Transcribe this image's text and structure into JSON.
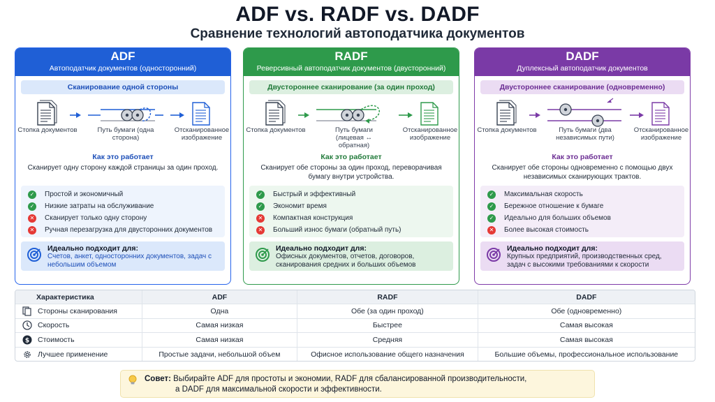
{
  "header": {
    "title": "ADF vs. RADF vs. DADF",
    "subtitle": "Сравнение технологий автоподатчика документов"
  },
  "cards": [
    {
      "name": "ADF",
      "desc": "Автоподатчик документов (односторонний)",
      "pill": "Сканирование одной стороны",
      "flow": {
        "stack": "Стопка документов",
        "path": "Путь бумаги (одна сторона)",
        "out": "Отсканированное изображение"
      },
      "how_title": "Как это работает",
      "how_text": "Сканирует одну сторону каждой страницы за один проход.",
      "items": [
        {
          "ok": true,
          "text": "Простой и экономичный"
        },
        {
          "ok": true,
          "text": "Низкие затраты на обслуживание"
        },
        {
          "ok": false,
          "text": "Сканирует только одну сторону"
        },
        {
          "ok": false,
          "text": "Ручная перезагрузка для двусторонних документов"
        }
      ],
      "ideal_title": "Идеально подходит для:",
      "ideal_text": "Счетов, анкет, односторонних документов, задач с небольшим объемом"
    },
    {
      "name": "RADF",
      "desc": "Реверсивный автоподатчик документов (двусторонний)",
      "pill": "Двустороннее сканирование (за один проход)",
      "flow": {
        "stack": "Стопка документов",
        "path": "Путь бумаги (лицевая ↔ обратная)",
        "out": "Отсканированное изображение"
      },
      "how_title": "Как это работает",
      "how_text": "Сканирует обе стороны за один проход, переворачивая бумагу внутри устройства.",
      "items": [
        {
          "ok": true,
          "text": "Быстрый и эффективный"
        },
        {
          "ok": true,
          "text": "Экономит время"
        },
        {
          "ok": false,
          "text": "Компактная конструкция"
        },
        {
          "ok": false,
          "text": "Больший износ бумаги (обратный путь)"
        }
      ],
      "ideal_title": "Идеально подходит для:",
      "ideal_text": "Офисных документов, отчетов, договоров, сканирования средних и больших объемов"
    },
    {
      "name": "DADF",
      "desc": "Дуплексный автоподатчик документов",
      "pill": "Двустороннее сканирование (одновременно)",
      "flow": {
        "stack": "Стопка документов",
        "path": "Путь бумаги (два независимых пути)",
        "out": "Отсканированное изображение"
      },
      "how_title": "Как это работает",
      "how_text": "Сканирует обе стороны одновременно с помощью двух независимых сканирующих трактов.",
      "items": [
        {
          "ok": true,
          "text": "Максимальная скорость"
        },
        {
          "ok": true,
          "text": "Бережное отношение к бумаге"
        },
        {
          "ok": true,
          "text": "Идеально для больших объемов"
        },
        {
          "ok": false,
          "text": "Более высокая стоимость"
        }
      ],
      "ideal_title": "Идеально подходит для:",
      "ideal_text": "Крупных предприятий, производственных сред, задач с высокими требованиями к скорости"
    }
  ],
  "table": {
    "headers": [
      "Характеристика",
      "ADF",
      "RADF",
      "DADF"
    ],
    "rows": [
      {
        "icon": "document-sides-icon",
        "cells": [
          "Стороны сканирования",
          "Одна",
          "Обе (за один проход)",
          "Обе (одновременно)"
        ]
      },
      {
        "icon": "clock-icon",
        "cells": [
          "Скорость",
          "Самая низкая",
          "Быстрее",
          "Самая высокая"
        ]
      },
      {
        "icon": "dollar-icon",
        "cells": [
          "Стоимость",
          "Самая низкая",
          "Средняя",
          "Самая высокая"
        ]
      },
      {
        "icon": "gear-icon",
        "cells": [
          "Лучшее применение",
          "Простые задачи, небольшой объем",
          "Офисное использование общего назначения",
          "Большие объемы, профессиональное использование"
        ]
      }
    ]
  },
  "tip": {
    "label": "Совет:",
    "line1": "Выбирайте ADF для простоты и экономии, RADF для сбалансированной производительности,",
    "line2": "а DADF для максимальной скорости и эффективности."
  },
  "colors": {
    "adf": "#1f5fd6",
    "radf": "#2e9a4b",
    "dadf": "#7a3aa6",
    "ok": "#2e9a4b",
    "bad": "#e53935"
  }
}
